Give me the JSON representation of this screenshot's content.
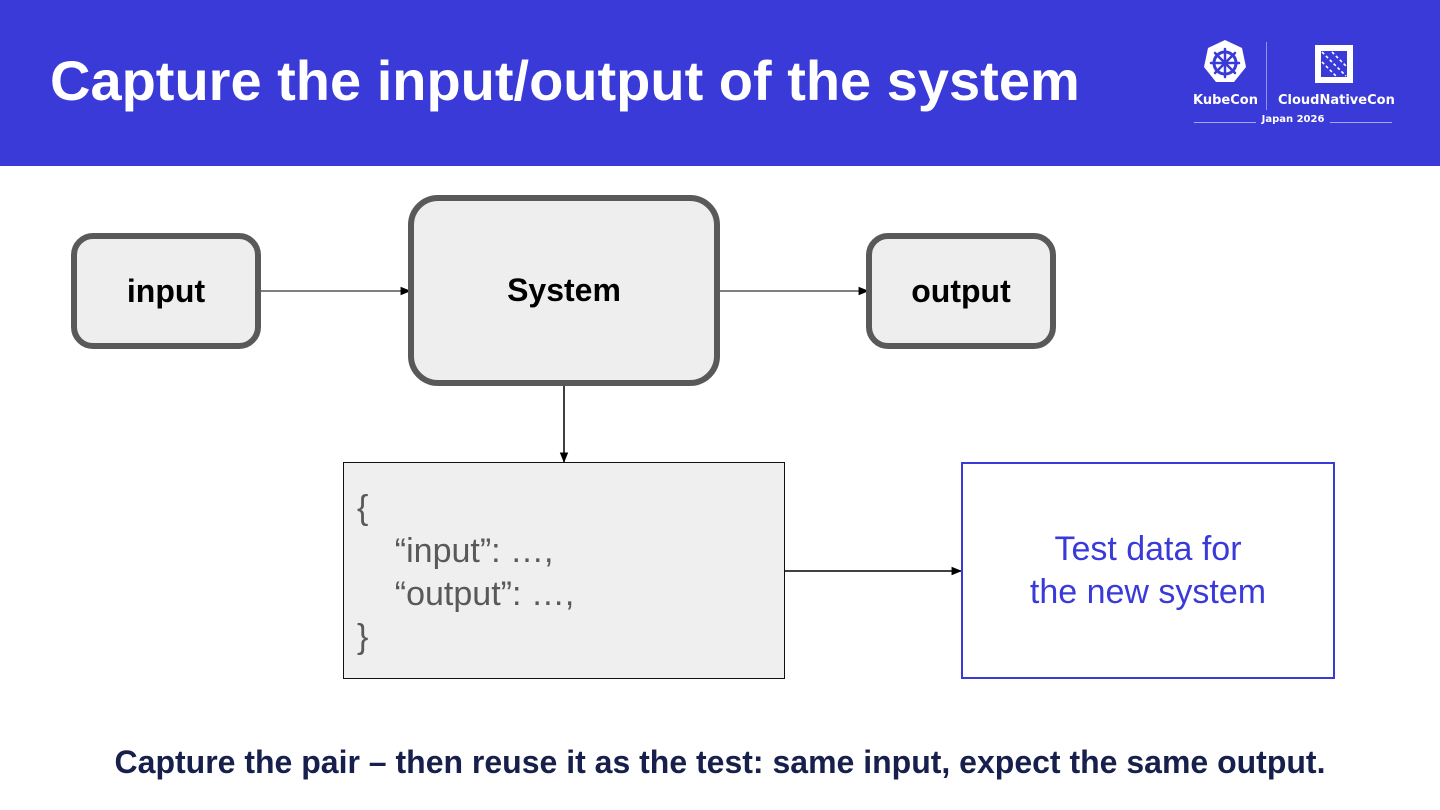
{
  "header": {
    "title": "Capture the input/output of the system",
    "background": "#3a3ad9",
    "logo": {
      "left_brand": "KubeCon",
      "right_brand": "CloudNativeCon",
      "event": "Japan 2026",
      "left_icon": "kubernetes-helm-wheel-icon",
      "right_icon": "cncf-square-icon"
    }
  },
  "diagram": {
    "input_label": "input",
    "system_label": "System",
    "output_label": "output",
    "json_lines": [
      "{",
      "    “input”: …,",
      "    “output”: …,",
      "}"
    ],
    "test_data_lines": [
      "Test data for",
      "the new system"
    ],
    "accent_color": "#3a3ad9",
    "box_border_color": "#595959"
  },
  "footer": {
    "text": "Capture the pair – then reuse it as the test: same input, expect the same output."
  }
}
